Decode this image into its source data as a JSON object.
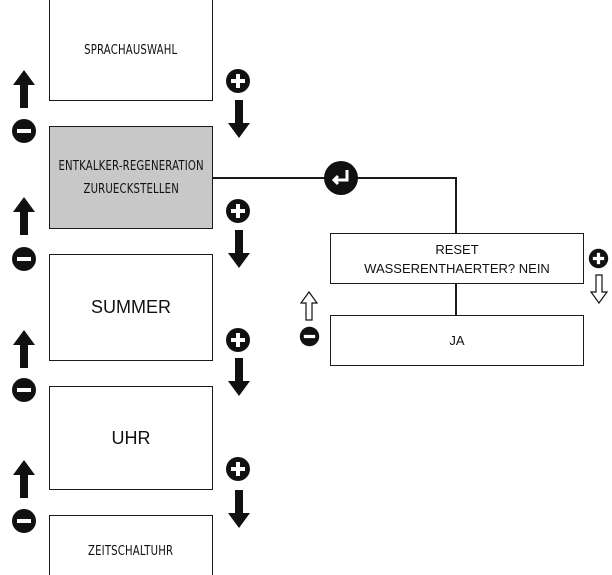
{
  "menu": {
    "language": "SPRACHAUSWAHL",
    "descale_line1": "ENTKALKER-REGENERATION",
    "descale_line2": "ZURUECKSTELLEN",
    "buzzer": "SUMMER",
    "clock": "UHR",
    "timer": "ZEITSCHALTUHR"
  },
  "reset_dialog": {
    "question_line1": "RESET",
    "question_line2": "WASSERENTHAERTER? NEIN",
    "yes": "JA"
  },
  "icons": {
    "up": "up-arrow-icon",
    "down": "down-arrow-icon",
    "plus": "plus-circle-icon",
    "minus": "minus-circle-icon",
    "enter": "enter-icon",
    "up_outline": "up-arrow-outline-icon",
    "down_outline": "down-arrow-outline-icon"
  },
  "colors": {
    "highlight": "#c8c8c8",
    "stroke": "#1a1a1a"
  }
}
